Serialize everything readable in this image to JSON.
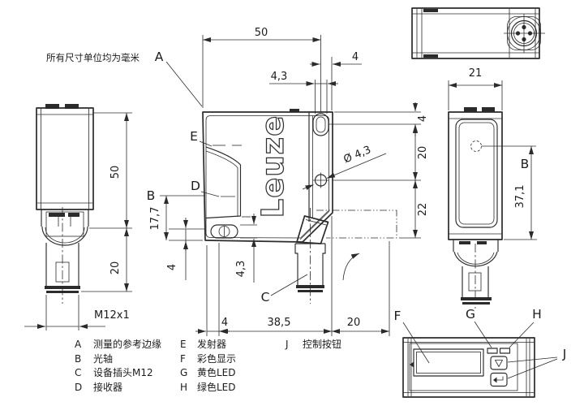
{
  "note": "所有尺寸单位均为毫米",
  "brand": "Leuze",
  "labels": {
    "A": "A",
    "B": "B",
    "C": "C",
    "D": "D",
    "E": "E",
    "F": "F",
    "G": "G",
    "H": "H",
    "J": "J"
  },
  "dims": {
    "front_width": "50",
    "flange_offset": "4",
    "slot_width": "4,3",
    "hole_dia": "Ø 4,3",
    "right_top": "4",
    "right_mid": "20",
    "right_bottom": "22",
    "axis_height": "17,7",
    "edge_gap": "4",
    "slot_height": "4,3",
    "bottom_a": "4",
    "bottom_b": "38,5",
    "bottom_c": "20",
    "side_height": "50",
    "plug_length": "20",
    "thread": "M12x1",
    "end_width": "21",
    "end_axis_height": "37,1"
  },
  "legend": [
    {
      "key": "A",
      "text": "测量的参考边缘"
    },
    {
      "key": "B",
      "text": "光轴"
    },
    {
      "key": "C",
      "text": "设备插头M12"
    },
    {
      "key": "D",
      "text": "接收器"
    },
    {
      "key": "E",
      "text": "发射器"
    },
    {
      "key": "F",
      "text": "彩色显示"
    },
    {
      "key": "G",
      "text": "黄色LED"
    },
    {
      "key": "H",
      "text": "绿色LED"
    },
    {
      "key": "J",
      "text": "控制按钮"
    }
  ]
}
